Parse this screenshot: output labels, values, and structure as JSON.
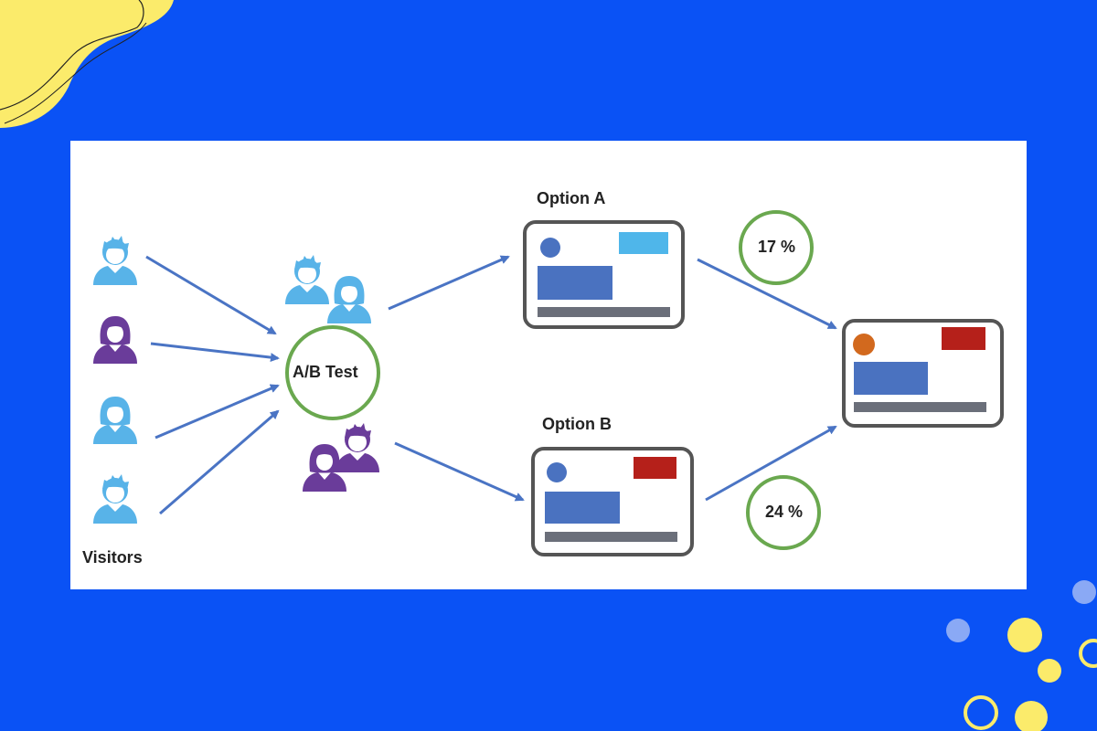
{
  "labels": {
    "visitors": "Visitors",
    "ab_test": "A/B Test",
    "option_a": "Option A",
    "option_b": "Option B",
    "rate_a": "17 %",
    "rate_b": "24 %"
  },
  "colors": {
    "background": "#0a52f5",
    "panel": "#ffffff",
    "arrow": "#4a74c4",
    "circle_border": "#6aa84f",
    "person_light_blue": "#58b3e8",
    "person_purple": "#6a3c9a",
    "card_border": "#555555",
    "block_blue": "#4a72c0",
    "accent_light_blue": "#4fb6ea",
    "accent_red": "#b5201a",
    "dot_orange": "#d2691e",
    "bar_grey": "#6b6f7a",
    "deco_yellow": "#fbeb6b",
    "deco_lightblue": "#8aa9f5"
  },
  "icons": {
    "person": "person-icon",
    "arrow": "arrow-icon",
    "card": "webpage-card-icon"
  }
}
